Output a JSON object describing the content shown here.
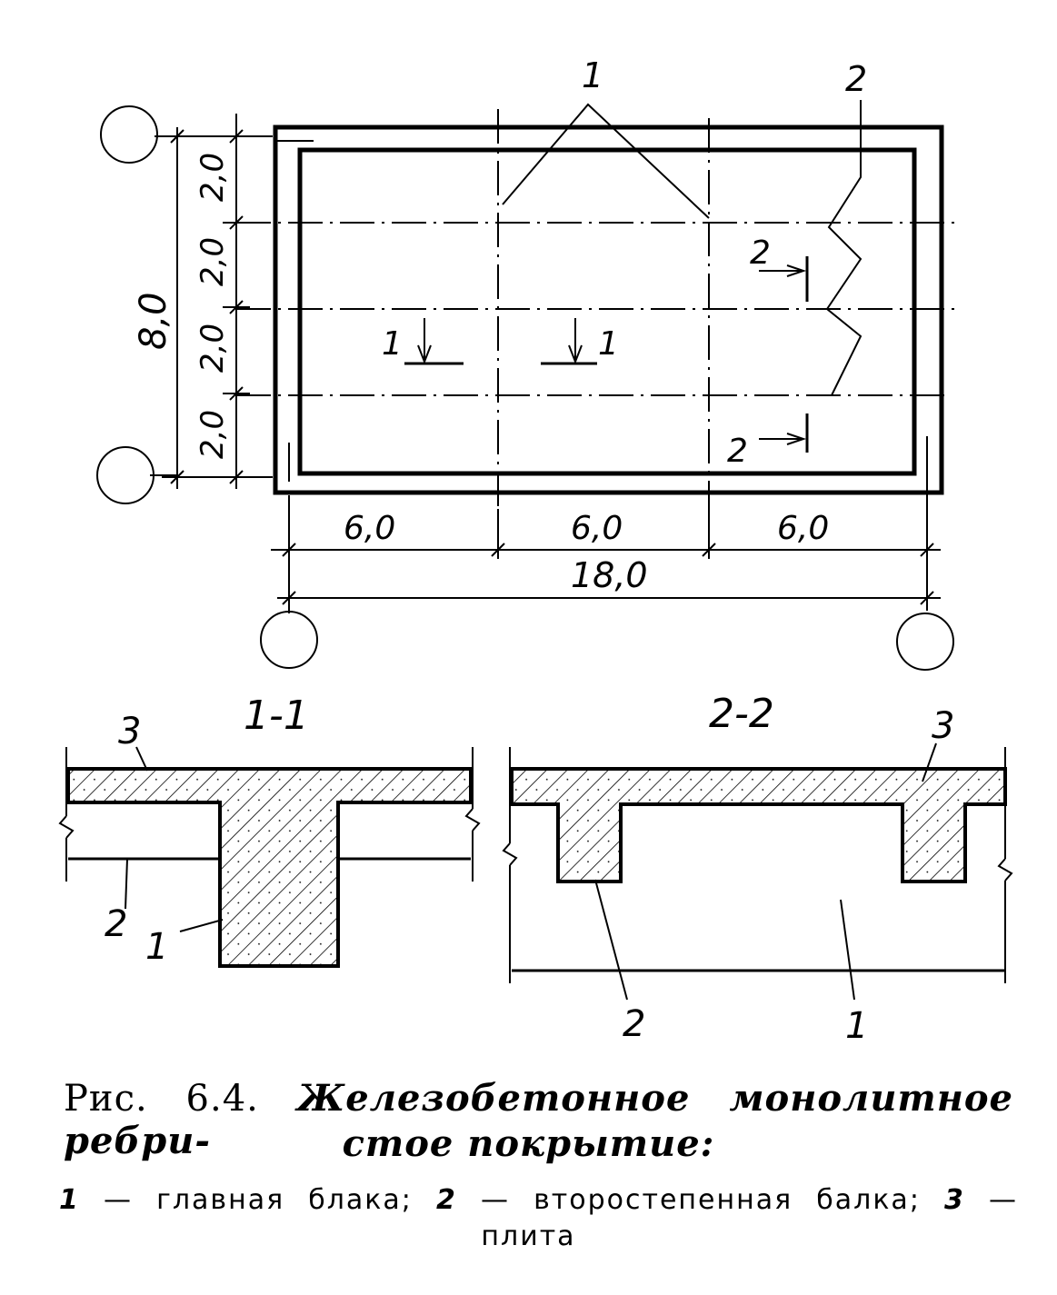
{
  "plan": {
    "dim_height_total": "8,0",
    "dim_rows": [
      "2,0",
      "2,0",
      "2,0",
      "2,0"
    ],
    "dim_spans": [
      "6,0",
      "6,0",
      "6,0"
    ],
    "dim_width_total": "18,0",
    "callout_main_beam": "1",
    "callout_secondary_beam": "2",
    "section_marks": {
      "s1_left": "1",
      "s1_right": "1",
      "s2_top": "2",
      "s2_bottom": "2"
    }
  },
  "section_1_1": {
    "title": "1-1",
    "label_slab": "3",
    "label_secondary": "2",
    "label_main": "1"
  },
  "section_2_2": {
    "title": "2-2",
    "label_slab": "3",
    "label_secondary": "2",
    "label_main": "1"
  },
  "caption": {
    "fig_label": "Рис. 6.4.",
    "title_part1": "Железобетонное монолитное ребри-",
    "title_part2": "стое покрытие:",
    "legend": [
      {
        "num": "1",
        "text": "— главная блака;"
      },
      {
        "num": "2",
        "text": "— второстепенная балка;"
      },
      {
        "num": "3",
        "text": "—"
      }
    ],
    "legend_last": "плита"
  }
}
